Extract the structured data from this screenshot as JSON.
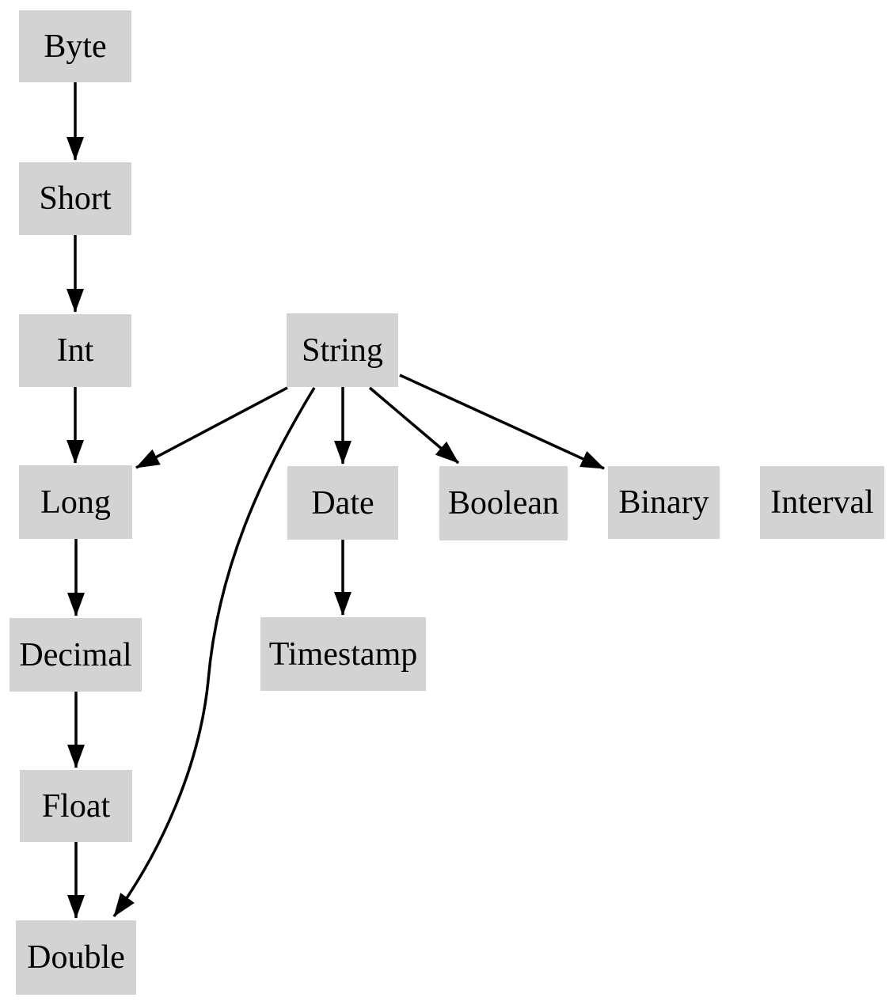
{
  "diagram": {
    "type": "directed-graph",
    "colors": {
      "background": "#ffffff",
      "node_fill": "#d3d3d3",
      "edge_stroke": "#000000",
      "label_text": "#000000"
    },
    "nodes": [
      {
        "id": "byte",
        "label": "Byte"
      },
      {
        "id": "short",
        "label": "Short"
      },
      {
        "id": "int",
        "label": "Int"
      },
      {
        "id": "long",
        "label": "Long"
      },
      {
        "id": "decimal",
        "label": "Decimal"
      },
      {
        "id": "float",
        "label": "Float"
      },
      {
        "id": "double",
        "label": "Double"
      },
      {
        "id": "string",
        "label": "String"
      },
      {
        "id": "date",
        "label": "Date"
      },
      {
        "id": "timestamp",
        "label": "Timestamp"
      },
      {
        "id": "boolean",
        "label": "Boolean"
      },
      {
        "id": "binary",
        "label": "Binary"
      },
      {
        "id": "interval",
        "label": "Interval"
      }
    ],
    "edges": [
      {
        "from": "Byte",
        "to": "Short"
      },
      {
        "from": "Short",
        "to": "Int"
      },
      {
        "from": "Int",
        "to": "Long"
      },
      {
        "from": "Long",
        "to": "Decimal"
      },
      {
        "from": "Decimal",
        "to": "Float"
      },
      {
        "from": "Float",
        "to": "Double"
      },
      {
        "from": "String",
        "to": "Long"
      },
      {
        "from": "String",
        "to": "Date"
      },
      {
        "from": "String",
        "to": "Boolean"
      },
      {
        "from": "String",
        "to": "Binary"
      },
      {
        "from": "String",
        "to": "Double"
      },
      {
        "from": "Date",
        "to": "Timestamp"
      }
    ]
  }
}
